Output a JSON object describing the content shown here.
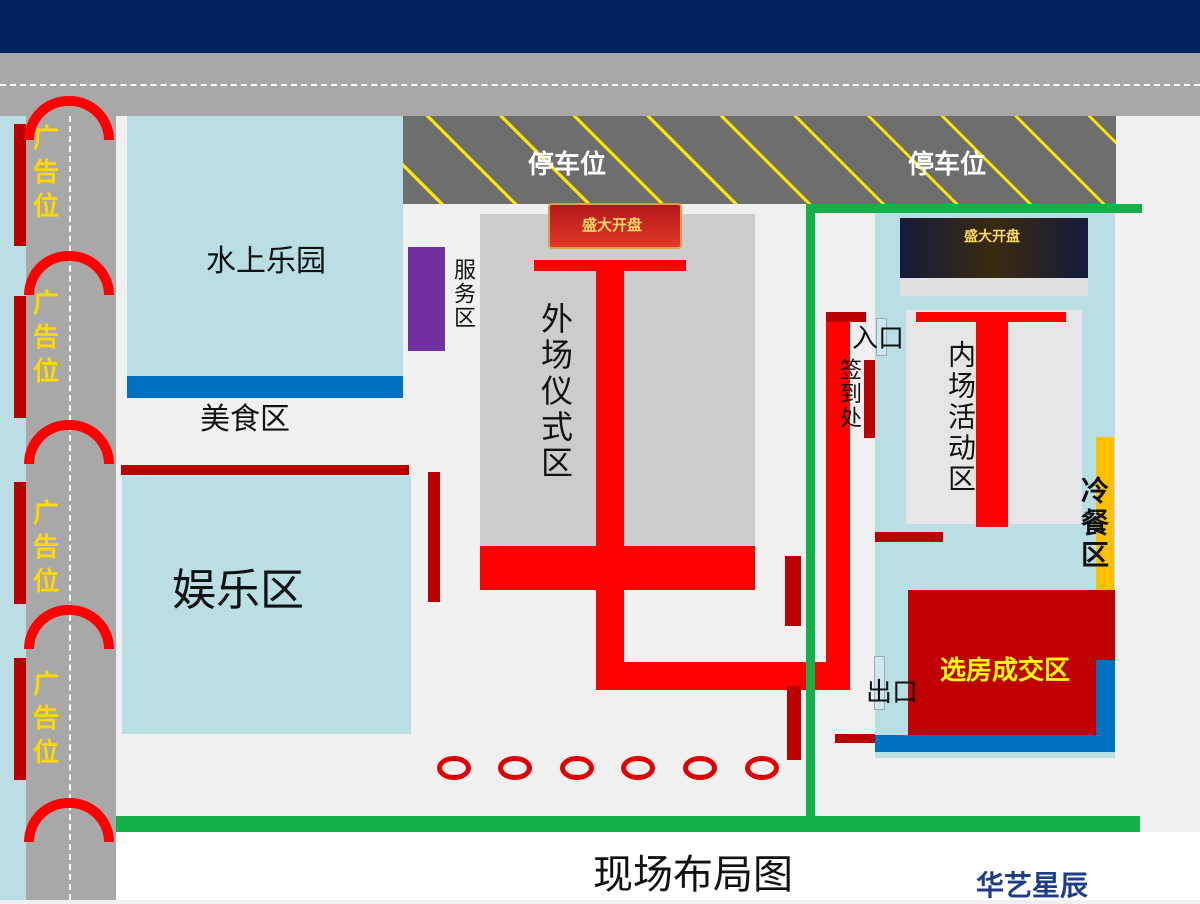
{
  "parking": {
    "left_label": "停车位",
    "right_label": "停车位"
  },
  "ads": {
    "label": "广告位"
  },
  "zones": {
    "water_park": "水上乐园",
    "food": "美食区",
    "entertainment": "娱乐区",
    "service": "服务区",
    "outdoor_ceremony": "外场仪式区",
    "indoor_activity": "内场活动区",
    "cold_food": "冷餐区",
    "house_deal": "选房成交区",
    "sign_in": "签到处",
    "entrance": "入口",
    "exit": "出口"
  },
  "stage_banner": "盛大开盘",
  "footer": {
    "title": "现场布局图",
    "brand": "华艺星辰"
  },
  "colors": {
    "header": "#03215f",
    "road": "#a8a8a8",
    "zone": "#b9dfe5",
    "ceremony": "#cccccc",
    "carpet": "#ff0000",
    "green": "#14b14b",
    "blue": "#0070c0",
    "purple": "#7030a0",
    "yellow": "#ffc000",
    "deal": "#c00000"
  }
}
